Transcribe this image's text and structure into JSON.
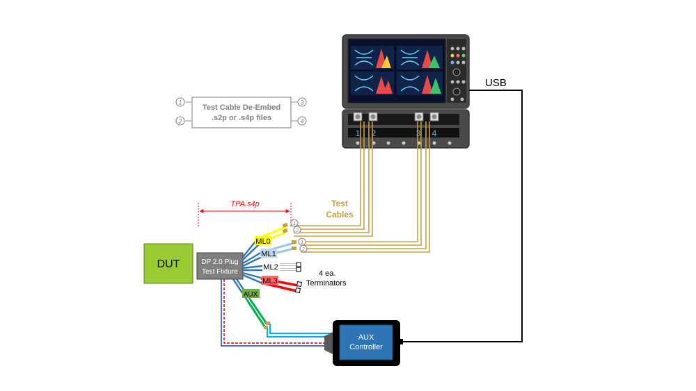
{
  "deembed_box": {
    "line1": "Test Cable De-Embed",
    "line2": ".s2p or .s4p files"
  },
  "deembed_ports": [
    "1",
    "2",
    "3",
    "4"
  ],
  "usb_label": "USB",
  "tpa_label": "TPA.s4p",
  "test_cables_label": {
    "line1": "Test",
    "line2": "Cables"
  },
  "dut_label": "DUT",
  "fixture_label": {
    "line1": "DP 2.0 Plug",
    "line2": "Test Fixture"
  },
  "lanes": [
    "ML0",
    "ML1",
    "ML2",
    "ML3",
    "AUX"
  ],
  "cable_port_ids": [
    "1",
    "2",
    "1",
    "2"
  ],
  "terminators_label": {
    "line1": "4 ea.",
    "line2": "Terminators"
  },
  "aux_controller_label": {
    "line1": "AUX",
    "line2": "Controller"
  },
  "scope_channels": [
    "1",
    "2",
    "3",
    "4"
  ],
  "colors": {
    "dut_fill": "#99cc33",
    "fixture_fill": "#7f7f7f",
    "aux_box_fill": "#2e75b6",
    "test_cable": "#c8a040",
    "tpa_red": "#ff0000",
    "lane_ml0": "#ffff00",
    "lane_ml1": "#9dc3e6",
    "lane_ml2": "#ffffff",
    "lane_ml3": "#ff3333",
    "lane_aux": "#00b050"
  }
}
